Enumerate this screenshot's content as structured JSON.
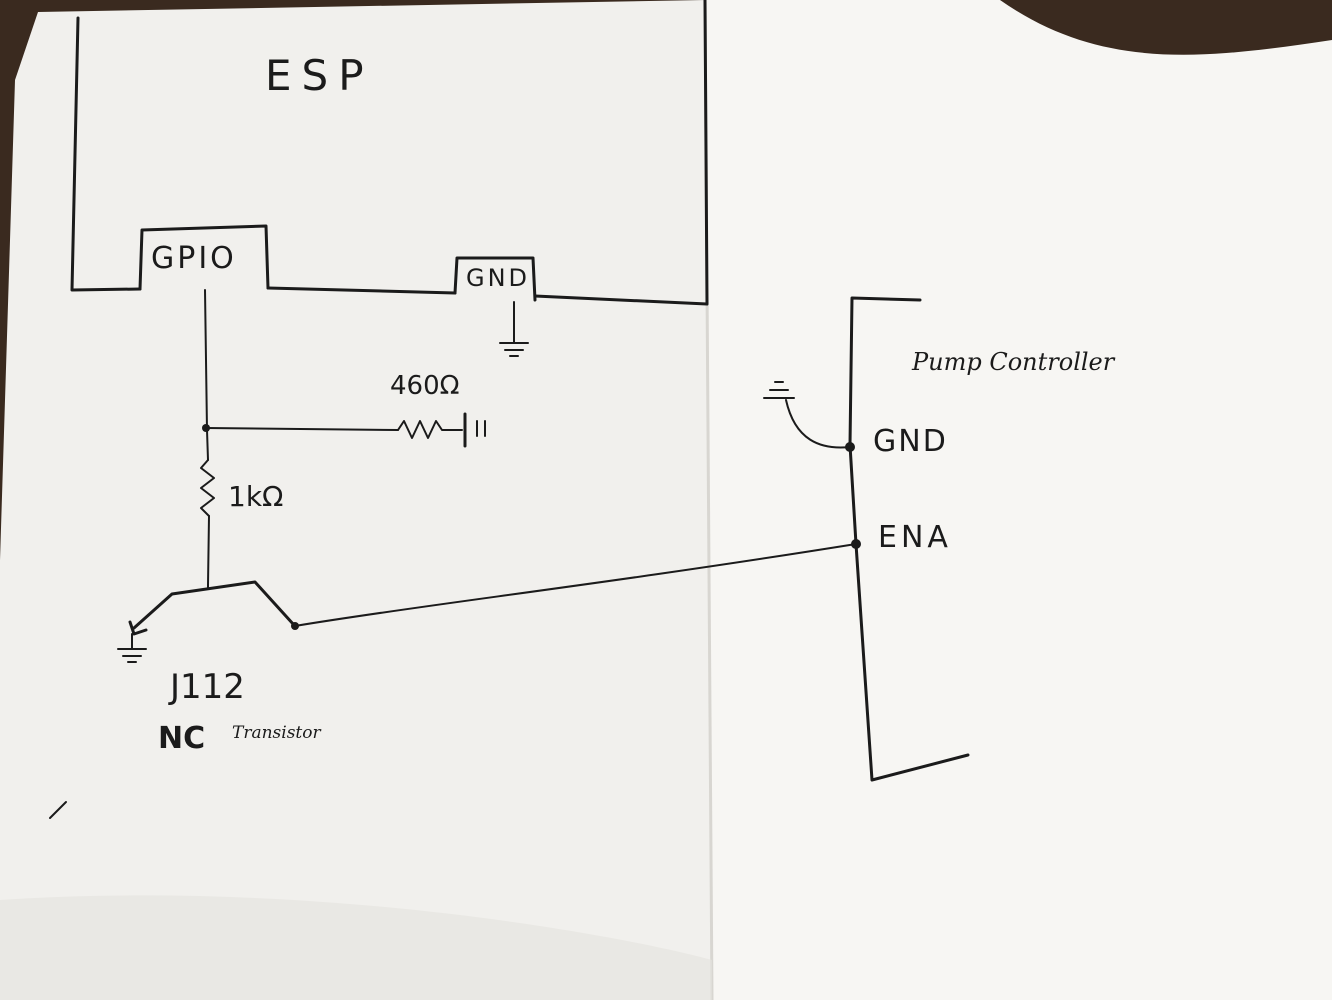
{
  "colors": {
    "paper_left": "#f2f1ee",
    "paper_right": "#f7f6f3",
    "table": "#3a2a1f",
    "ink": "#1b1b1b"
  },
  "labels": {
    "esp": "ESP",
    "gpio": "GPIO",
    "esp_gnd": "GND",
    "resistor_460": "460Ω",
    "resistor_1k": "1kΩ",
    "transistor_model": "J112",
    "transistor_type_nc": "NC",
    "transistor_word": "Transistor",
    "pump_controller": "Pump Controller",
    "pump_gnd": "GND",
    "pump_ena": "ENA"
  }
}
